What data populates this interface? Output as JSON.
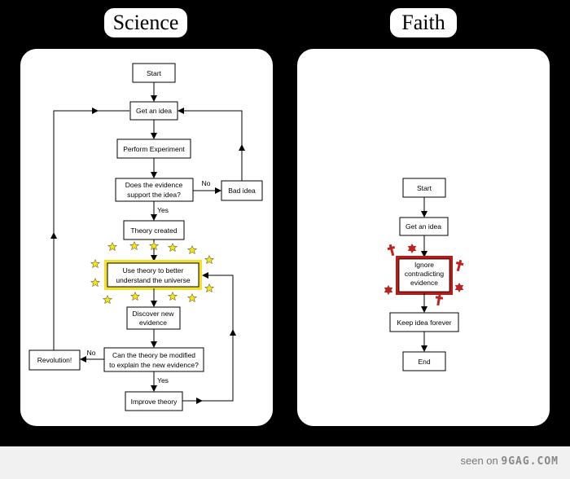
{
  "science": {
    "title": "Science",
    "nodes": {
      "start": "Start",
      "get_idea": "Get an idea",
      "perform": "Perform Experiment",
      "evidence_1": "Does the evidence",
      "evidence_2": "support the idea?",
      "bad_idea": "Bad idea",
      "theory_created": "Theory created",
      "use_theory_1": "Use theory to better",
      "use_theory_2": "understand the universe",
      "discover_1": "Discover new",
      "discover_2": "evidence",
      "modify_1": "Can the theory be modified",
      "modify_2": "to explain the new evidence?",
      "revolution": "Revolution!",
      "improve": "Improve theory"
    },
    "edge_labels": {
      "no_1": "No",
      "yes_1": "Yes",
      "no_2": "No",
      "yes_2": "Yes"
    },
    "decoration": "star-icon",
    "decoration_color": "#f5e21b"
  },
  "faith": {
    "title": "Faith",
    "nodes": {
      "start": "Start",
      "get_idea": "Get an idea",
      "ignore_1": "Ignore",
      "ignore_2": "contradicting",
      "ignore_3": "evidence",
      "keep": "Keep idea forever",
      "end": "End"
    },
    "decorations": [
      "cross-icon",
      "star-of-david-icon",
      "crescent-icon"
    ],
    "highlight_color": "#b11c1c"
  },
  "footer": {
    "seen_on": "seen on",
    "brand": "9GAG.COM"
  }
}
